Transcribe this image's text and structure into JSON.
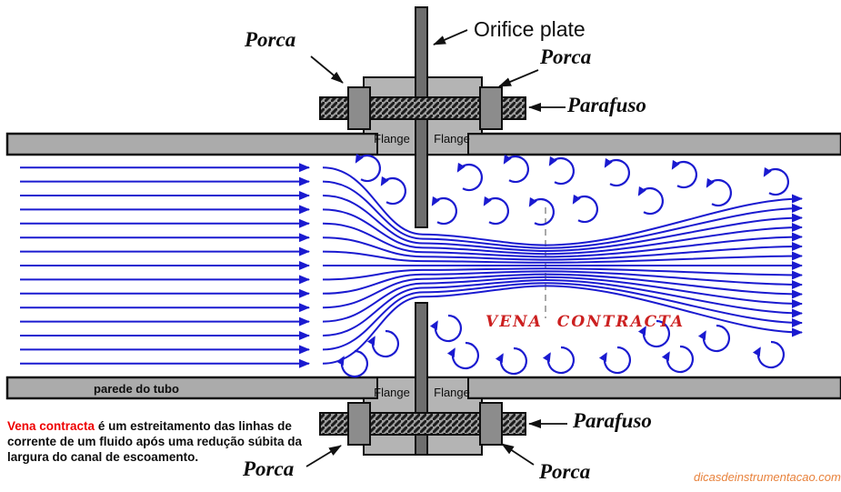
{
  "colors": {
    "flow_blue": "#1a1ad0",
    "vena_red": "#cc2020",
    "term_red": "#ee0000",
    "watermark_orange": "#e8823c"
  },
  "labels": {
    "orifice_plate": "Orifice plate",
    "porca": "Porca",
    "parafuso": "Parafuso",
    "flange": "Flange",
    "pipe_wall": "parede do tubo",
    "vena_contracta": "VENA CONTRACTA"
  },
  "caption": {
    "term": "Vena contracta",
    "definition": "é um estreitamento das linhas de corrente de um fluido após uma redução súbita da largura do canal de escoamento."
  },
  "watermark": "dicasdeinstrumentacao.com"
}
